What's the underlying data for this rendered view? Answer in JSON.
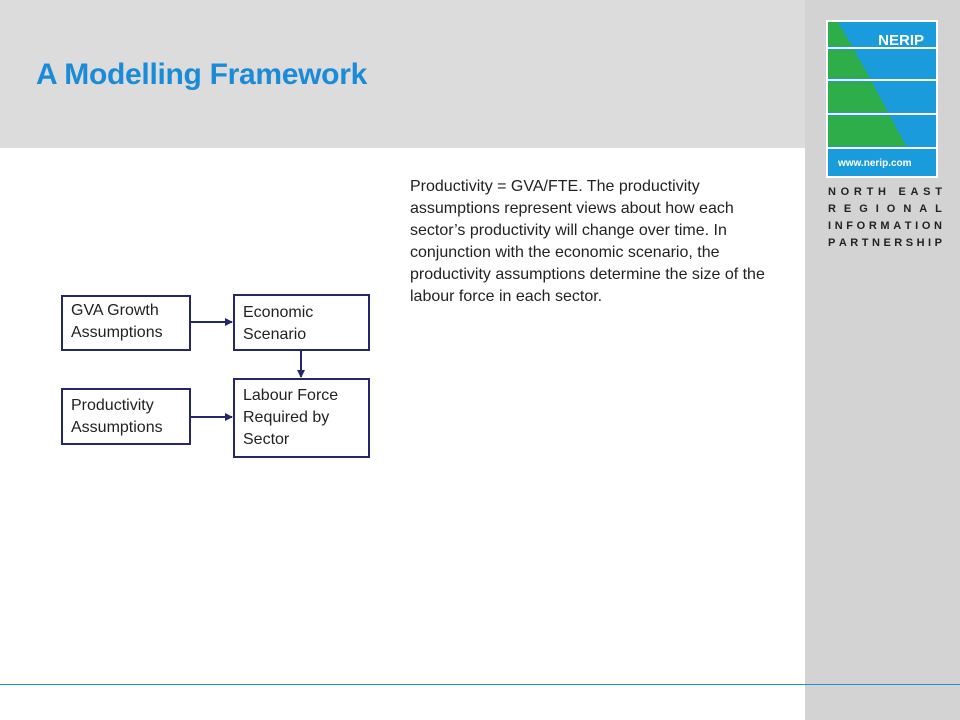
{
  "slide": {
    "title": "A Modelling Framework"
  },
  "logo": {
    "name": "NERIP",
    "url": "www.nerip.com",
    "words": [
      "NORTH EAST",
      "REGIONAL",
      "INFORMATION",
      "PARTNERSHIP"
    ]
  },
  "diagram": {
    "nodes": {
      "gva_growth": [
        "GVA Growth",
        "Assumptions"
      ],
      "economic_scenario": [
        "Economic",
        "Scenario"
      ],
      "productivity": [
        "Productivity",
        "Assumptions"
      ],
      "labour_force": [
        "Labour Force",
        "Required by",
        "Sector"
      ]
    },
    "edges": [
      {
        "from": "gva_growth",
        "to": "economic_scenario"
      },
      {
        "from": "economic_scenario",
        "to": "labour_force"
      },
      {
        "from": "productivity",
        "to": "labour_force"
      }
    ]
  },
  "note": {
    "text": "Productivity = GVA/FTE. The productivity assumptions represent views about how each sector’s productivity will change over time. In conjunction with the economic scenario, the productivity assumptions determine the size of the labour force in each sector."
  },
  "colors": {
    "accent": "#1b8bd8",
    "logo_blue": "#1a9bdc",
    "box_border": "#26266a"
  }
}
